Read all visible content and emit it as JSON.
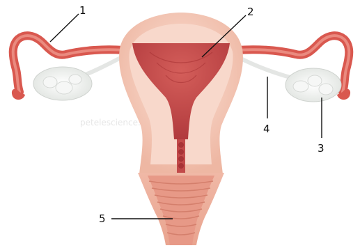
{
  "watermark": "petelescience.com",
  "labels": [
    {
      "id": "1",
      "text": "1"
    },
    {
      "id": "2",
      "text": "2"
    },
    {
      "id": "3",
      "text": "3"
    },
    {
      "id": "4",
      "text": "4"
    },
    {
      "id": "5",
      "text": "5"
    }
  ],
  "colors": {
    "uterus_outer": "#f4c2b0",
    "uterus_inner": "#f8d8cb",
    "endometrium": "#c24a4a",
    "tube": "#d9584f",
    "ovary": "#eef0ee",
    "leader": "#111111"
  }
}
